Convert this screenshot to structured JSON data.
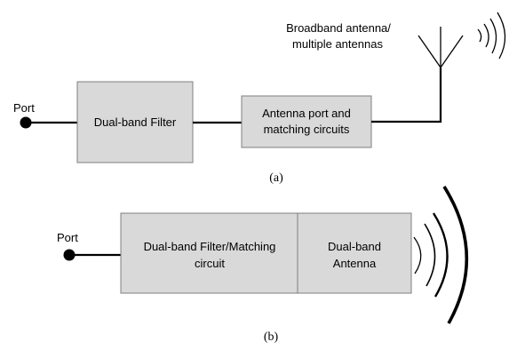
{
  "diagram_a": {
    "port_label": "Port",
    "filter_label": "Dual-band Filter",
    "matching_label_line1": "Antenna port and",
    "matching_label_line2": "matching circuits",
    "antenna_label_line1": "Broadband antenna/",
    "antenna_label_line2": "multiple antennas",
    "caption": "(a)"
  },
  "diagram_b": {
    "port_label": "Port",
    "filter_label_line1": "Dual-band Filter/Matching",
    "filter_label_line2": "circuit",
    "antenna_label_line1": "Dual-band",
    "antenna_label_line2": "Antenna",
    "caption": "(b)"
  }
}
